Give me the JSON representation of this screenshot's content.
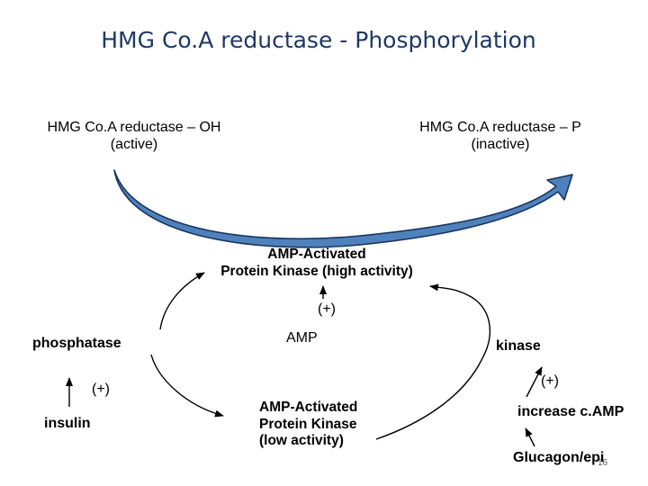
{
  "title": "HMG Co.A reductase - Phosphorylation",
  "nodes": {
    "active_enzyme": {
      "line1": "HMG Co.A reductase – OH",
      "line2": "(active)"
    },
    "inactive_enzyme": {
      "line1": "HMG Co.A reductase – P",
      "line2": "(inactive)"
    },
    "ampk_high": {
      "line1": "AMP-Activated",
      "line2": "Protein Kinase (high activity)"
    },
    "ampk_low": {
      "line1": "AMP-Activated",
      "line2": "Protein Kinase",
      "line3": "(low activity)"
    },
    "phosphatase": "phosphatase",
    "amp": "AMP",
    "kinase": "kinase",
    "insulin": "insulin",
    "camp": "increase c.AMP",
    "glucagon": "Glucagon/epi"
  },
  "signs": {
    "amp_plus": "(+)",
    "insulin_plus": "(+)",
    "kinase_plus": "(+)"
  },
  "slide_number": "16",
  "colors": {
    "title": "#1f3864",
    "curved_arrow_fill": "#4f81bd",
    "curved_arrow_outline": "#17375e"
  }
}
